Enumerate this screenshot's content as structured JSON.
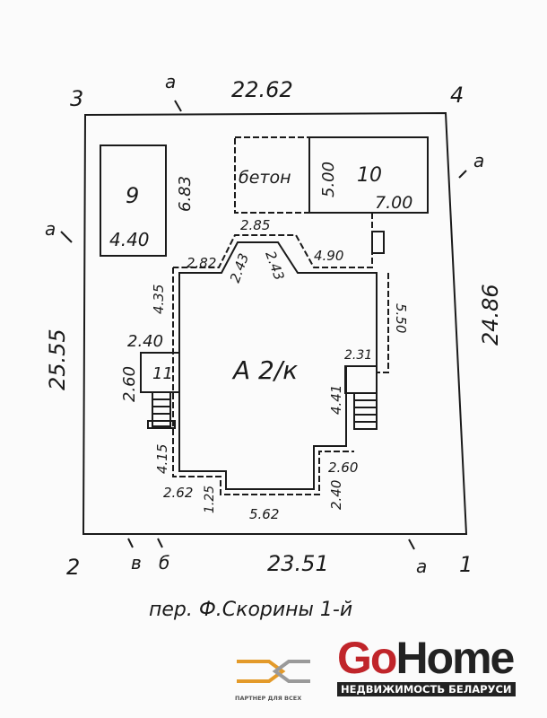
{
  "plan": {
    "corners": {
      "c1": "1",
      "c2": "2",
      "c3": "3",
      "c4": "4"
    },
    "points": {
      "a_top": "а",
      "a_right": "а",
      "a_left": "а",
      "a_bottom": "а",
      "v_bottom": "в",
      "b_bottom": "б"
    },
    "dims": {
      "top": "22.62",
      "right": "24.86",
      "bottom": "23.51",
      "left": "25.55",
      "b9_width": "4.40",
      "b9_height": "6.83",
      "b10_height": "5.00",
      "b10_width": "7.00",
      "d285": "2.85",
      "d282": "2.82",
      "d243a": "2.43",
      "d243b": "2.43",
      "d490": "4.90",
      "d435": "4.35",
      "d550": "5.50",
      "d240": "2.40",
      "d260": "2.60",
      "d231": "2.31",
      "d441": "4.41",
      "d415": "4.15",
      "d260b": "2.60",
      "d240b": "2.40",
      "d262": "2.62",
      "d125": "1.25",
      "d562": "5.62"
    },
    "labels": {
      "b9": "9",
      "b10": "10",
      "concrete": "бетон",
      "main": "А 2/к",
      "b11": "11"
    },
    "street": "пер. Ф.Скорины 1-й"
  },
  "logos": {
    "partner_caption": "ПАРТНЕР ДЛЯ ВСЕХ",
    "gohome_go": "Go",
    "gohome_home": "Home",
    "gohome_tagline": "НЕДВИЖИМОСТЬ БЕЛАРУСИ",
    "colors": {
      "red": "#c0252a",
      "orange": "#e39a2a",
      "gray": "#9a9a9a",
      "dark": "#222222"
    }
  }
}
